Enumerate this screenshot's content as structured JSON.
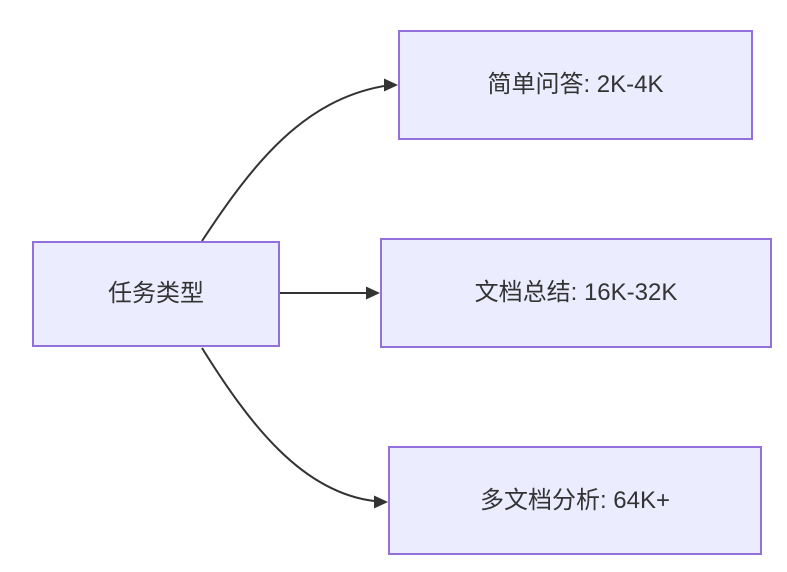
{
  "colors": {
    "node_fill": "#ECECFF",
    "node_border": "#9370DB",
    "text_color": "#333333",
    "arrow_color": "#333333",
    "bg_color": "#FFFFFF"
  },
  "nodes": {
    "root": {
      "label": "任务类型"
    },
    "simple_qa": {
      "label": "简单问答: 2K-4K"
    },
    "doc_summary": {
      "label": "文档总结: 16K-32K"
    },
    "multi_doc": {
      "label": "多文档分析: 64K+"
    }
  },
  "edges": [
    {
      "from": "root",
      "to": "simple_qa"
    },
    {
      "from": "root",
      "to": "doc_summary"
    },
    {
      "from": "root",
      "to": "multi_doc"
    }
  ]
}
